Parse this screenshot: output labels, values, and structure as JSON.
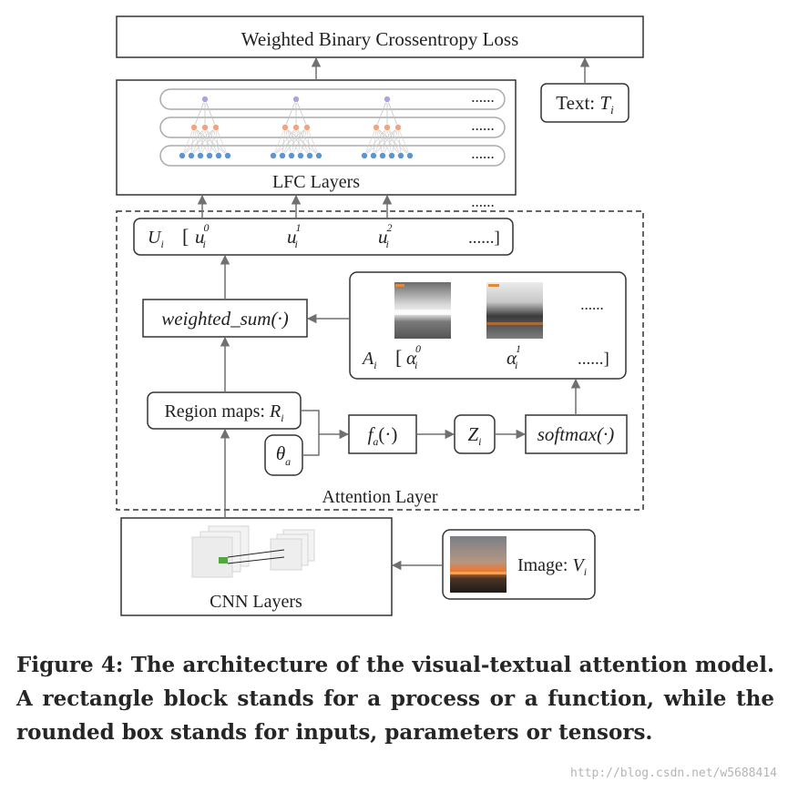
{
  "loss_label": "Weighted Binary Crossentropy Loss",
  "lfc": {
    "label": "LFC Layers",
    "row_ellipsis": "......",
    "below_ellipsis": "......"
  },
  "text_input": {
    "prefix": "Text: ",
    "symbol": "T",
    "sub": "i"
  },
  "u_vector": {
    "name": "U",
    "name_sub": "i",
    "open_bracket": "[",
    "elements": [
      {
        "base": "u",
        "sub": "i",
        "sup": "0"
      },
      {
        "base": "u",
        "sub": "i",
        "sup": "1"
      },
      {
        "base": "u",
        "sub": "i",
        "sup": "2"
      }
    ],
    "tail": "......]"
  },
  "weighted_sum_label": "weighted_sum(·)",
  "attention_maps": {
    "ellipsis": "......",
    "name": "A",
    "name_sub": "i",
    "open_bracket": "[",
    "elements": [
      {
        "base": "α",
        "sub": "i",
        "sup": "0"
      },
      {
        "base": "α",
        "sub": "i",
        "sup": "1"
      }
    ],
    "tail": "......]"
  },
  "region_maps": {
    "prefix": "Region maps: ",
    "symbol": "R",
    "sub": "i"
  },
  "theta": {
    "symbol": "θ",
    "sub": "a"
  },
  "fa": {
    "symbol": "f",
    "sub": "a",
    "suffix": "(·)"
  },
  "z": {
    "symbol": "Z",
    "sub": "i"
  },
  "softmax_label": "softmax(·)",
  "attention_layer_label": "Attention Layer",
  "cnn_label": "CNN Layers",
  "image_input": {
    "prefix": "Image: ",
    "symbol": "V",
    "sub": "i"
  },
  "caption": "Figure 4: The architecture of the visual-textual attention model. A rectangle block stands for a process or a function, while the rounded box stands for inputs, parameters or tensors.",
  "watermark": "http://blog.csdn.net/w5688414",
  "colors": {
    "line": "#333333",
    "arrow": "#707070",
    "node_purple": "#a9a6dc",
    "node_orange": "#f2a480",
    "node_blue": "#5c95d2",
    "cnn_green": "#52a83c"
  }
}
